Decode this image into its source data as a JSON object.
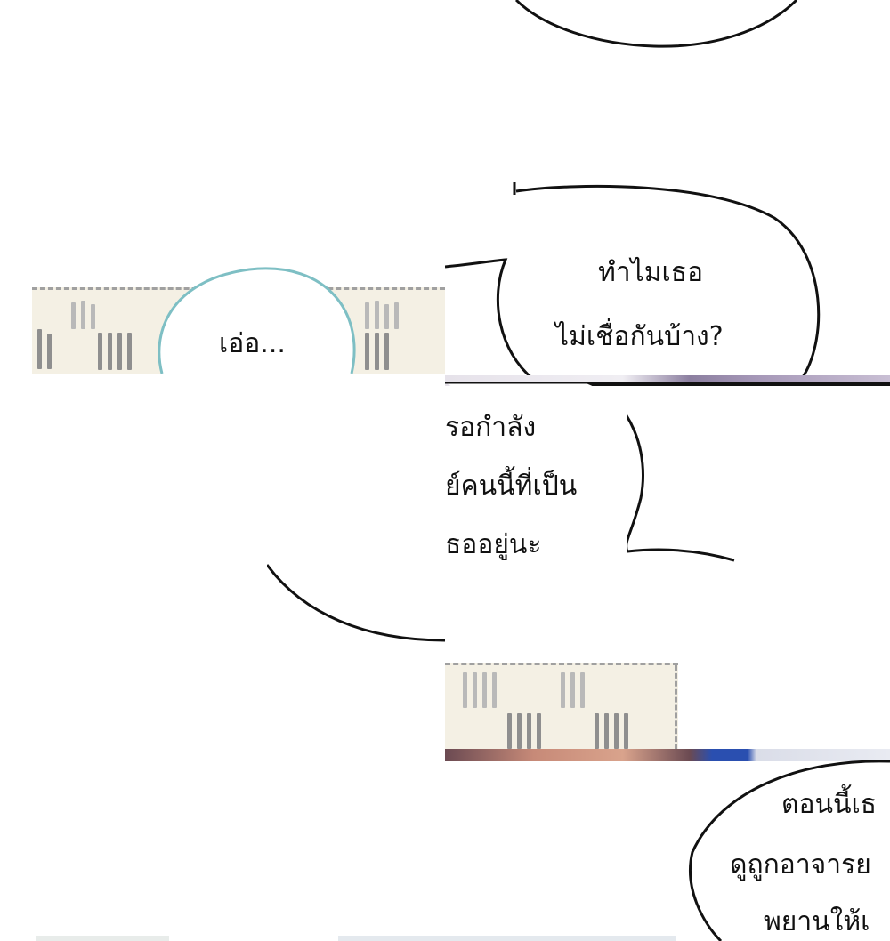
{
  "speech_bubbles": [
    {
      "id": "uh",
      "text": "เอ่อ..."
    },
    {
      "id": "why",
      "lines": [
        "ทำไมเธอ",
        "ไม่เชื่อกันบ้าง?"
      ]
    },
    {
      "id": "middle",
      "lines": [
        "รอกำลัง",
        "ย์คนนี้ที่เป็น",
        "ธออยู่นะ"
      ]
    },
    {
      "id": "bottom",
      "lines": [
        "ตอนนี้เธ",
        "ดูถูกอาจารย",
        "พยานให้เ"
      ]
    }
  ],
  "colors": {
    "background": "#ffffff",
    "bubble_outline": "#111111",
    "thin_bubble_outline": "#7ebfc4",
    "fence_cream": "#f4f0e4",
    "fence_gray": "#9a9a9a",
    "stripe_blue": "#2a4fb0",
    "stripe_purple": "#8c7fa0"
  }
}
